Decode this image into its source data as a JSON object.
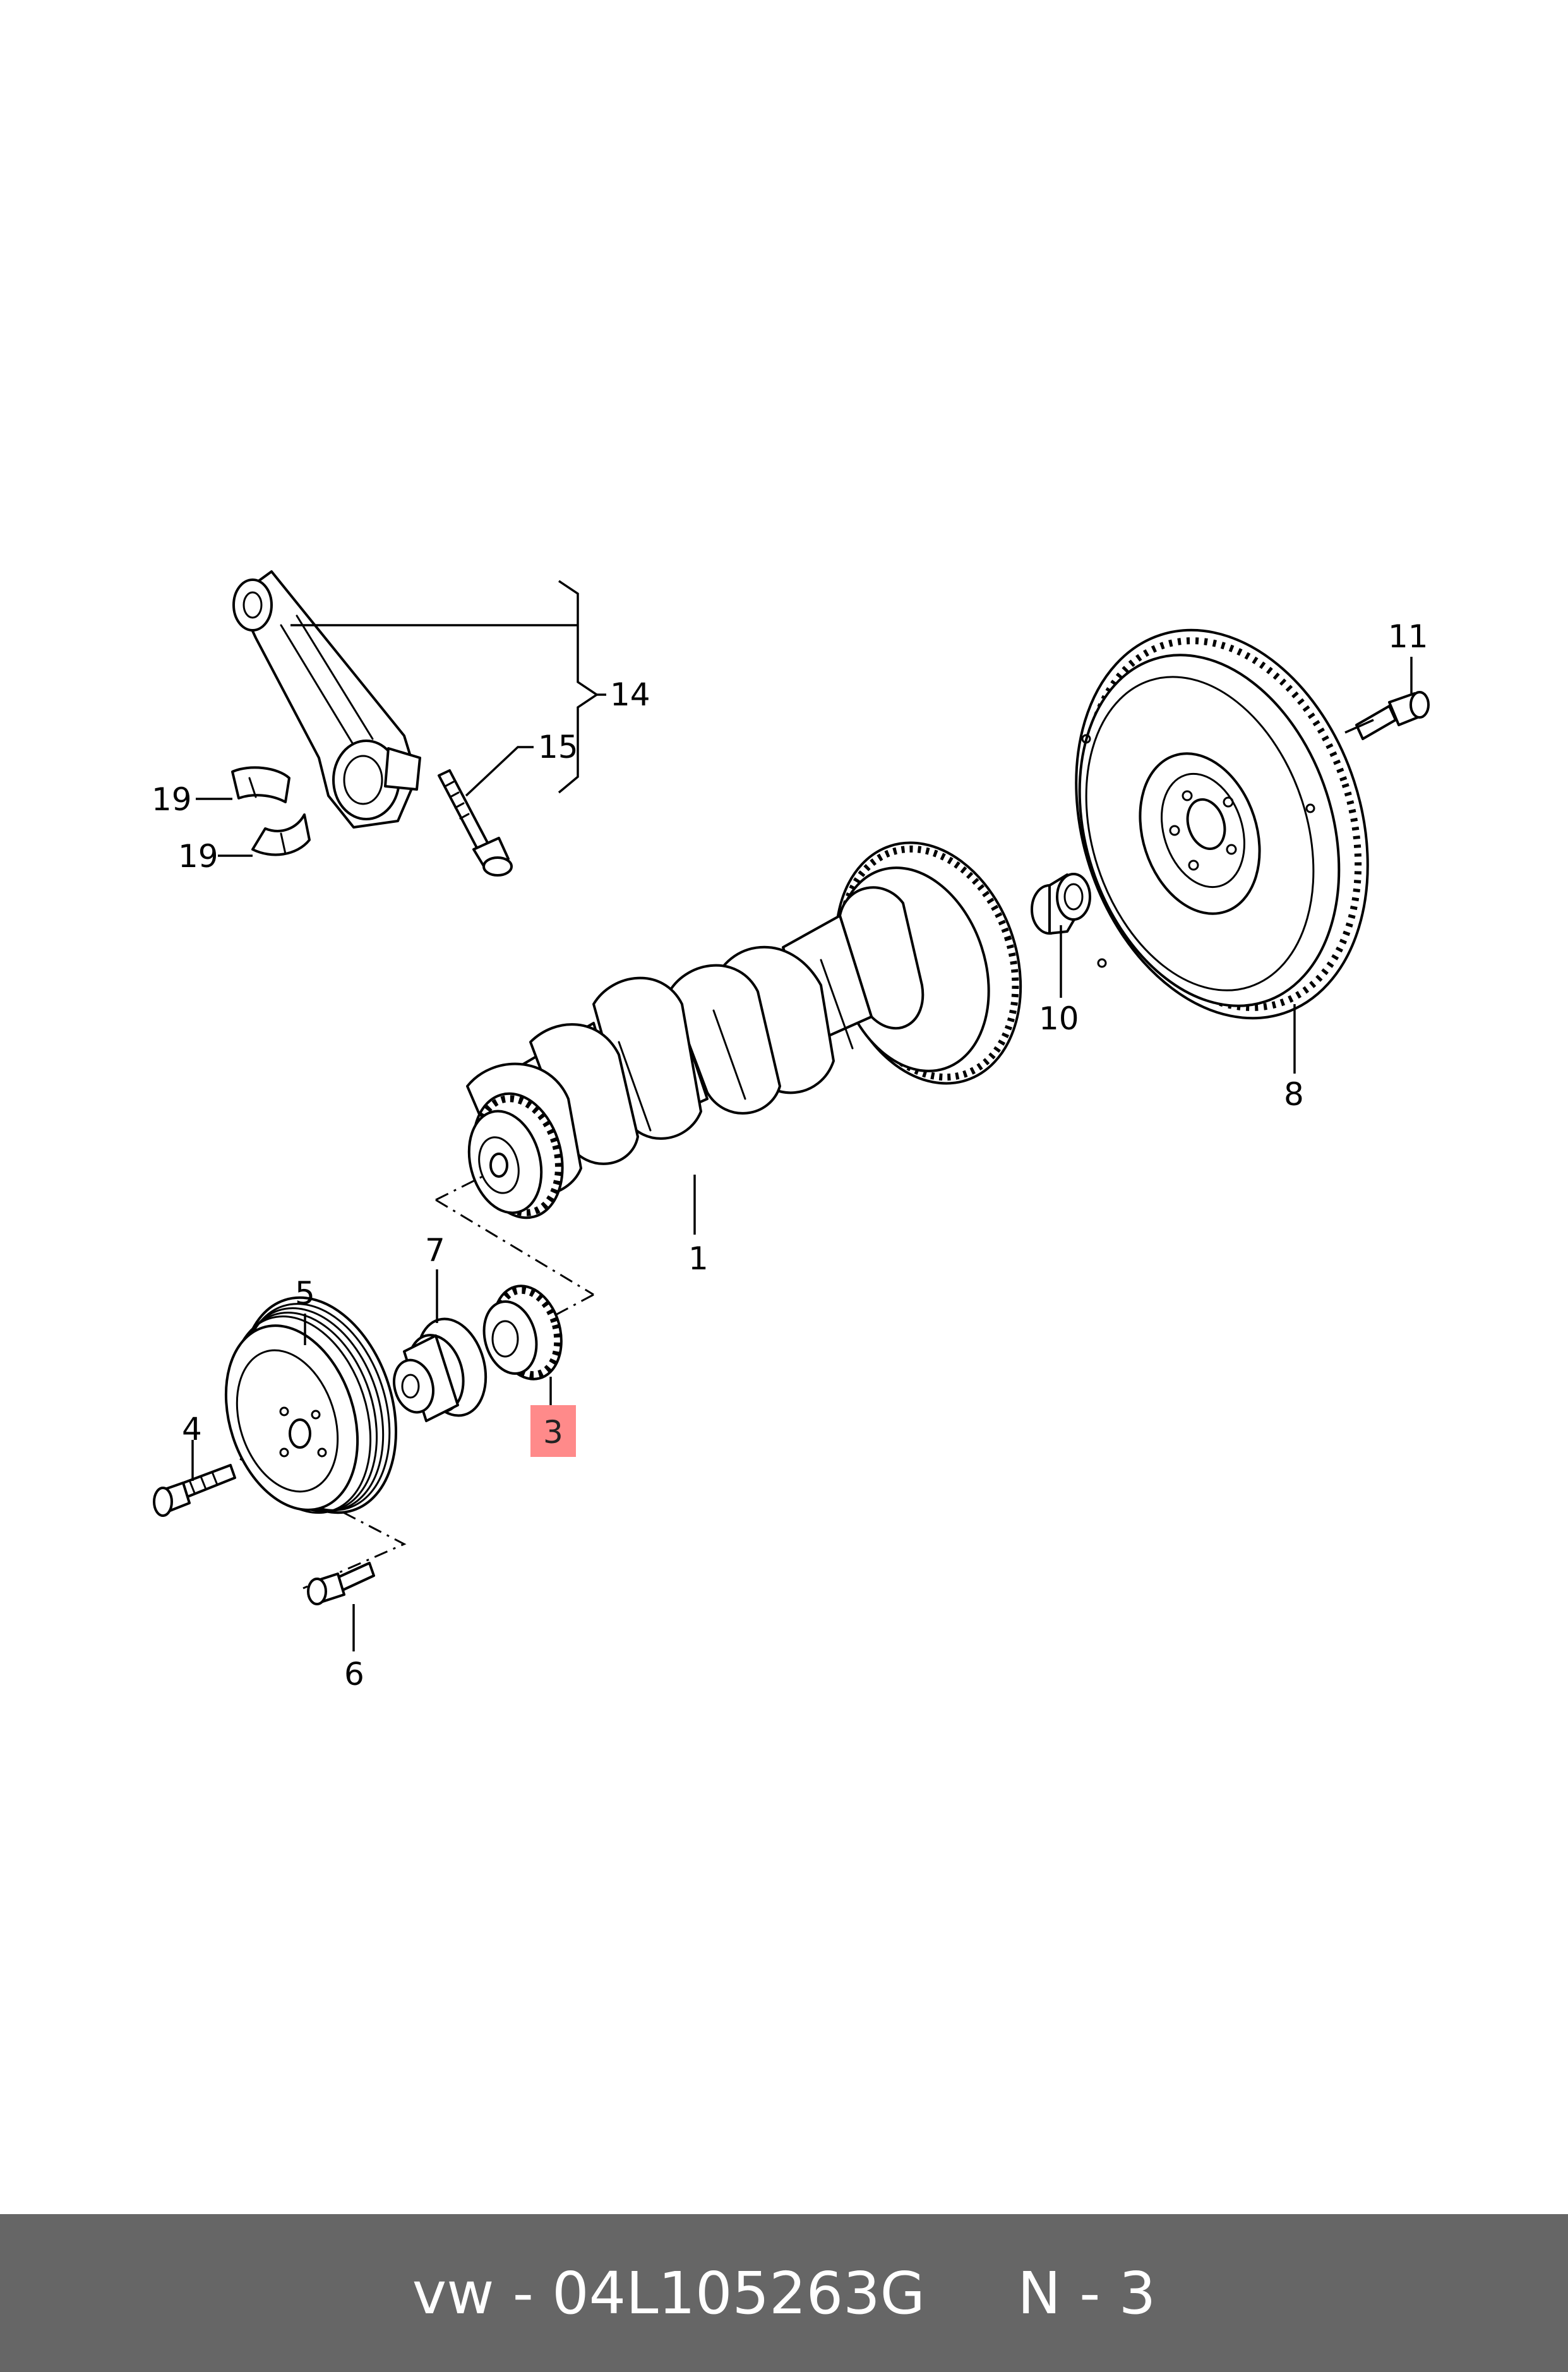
{
  "footer": {
    "brand": "vw",
    "separator": " - ",
    "part_number": "04L105263G",
    "gap": "     ",
    "position_label": "N - 3"
  },
  "callouts": {
    "c1": "1",
    "c3": "3",
    "c4": "4",
    "c5": "5",
    "c6": "6",
    "c7": "7",
    "c8": "8",
    "c10": "10",
    "c11": "11",
    "c14": "14",
    "c15": "15",
    "c19a": "19",
    "c19b": "19"
  },
  "colors": {
    "highlight": "#ff8a8a",
    "footer_bg": "#666666",
    "footer_text": "#ffffff",
    "line": "#000000"
  },
  "highlighted_callout": "3"
}
